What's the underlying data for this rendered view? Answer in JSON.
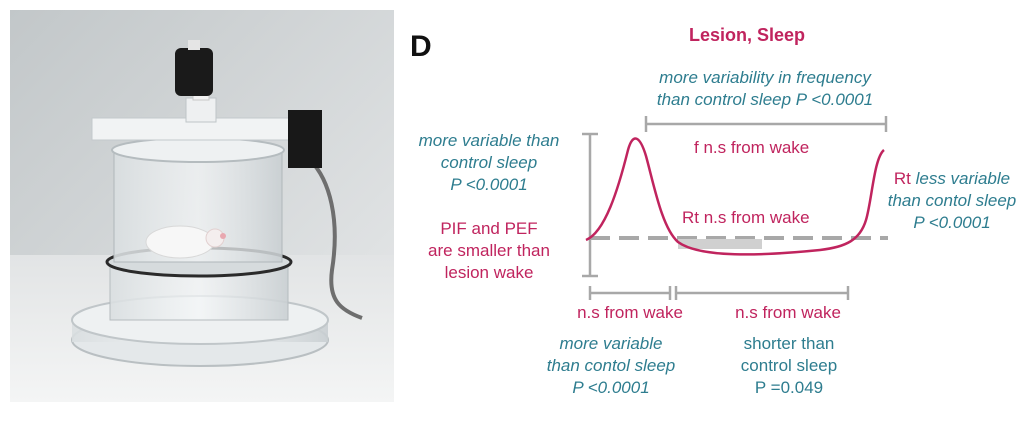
{
  "photo": {
    "subject": "whole-body plethysmography chamber containing a mouse"
  },
  "panel": {
    "letter": "D",
    "title": "Lesion, Sleep"
  },
  "annotations": {
    "frequency_variability": [
      "more variability in frequency",
      "than control sleep P <0.0001"
    ],
    "f_wake": "f  n.s from wake",
    "rt_wake": "Rt  n.s from wake",
    "peak_variability": [
      "more variable than",
      "control sleep",
      "P <0.0001"
    ],
    "pif_pef": [
      "PIF and PEF",
      "are smaller than",
      "lesion wake"
    ],
    "rt_variability_label": "Rt",
    "rt_variability": [
      " less variable",
      "than contol sleep",
      "P <0.0001"
    ],
    "ti_wake": "n.s from wake",
    "te_wake": "n.s from wake",
    "ti_variability": [
      "more variable",
      "than contol sleep",
      "P <0.0001"
    ],
    "te_shorter": [
      "shorter than",
      "control sleep",
      "P =0.049"
    ]
  },
  "colors": {
    "magenta": "#c0245e",
    "teal": "#2e7d8f",
    "gray": "#a8a8a8"
  }
}
